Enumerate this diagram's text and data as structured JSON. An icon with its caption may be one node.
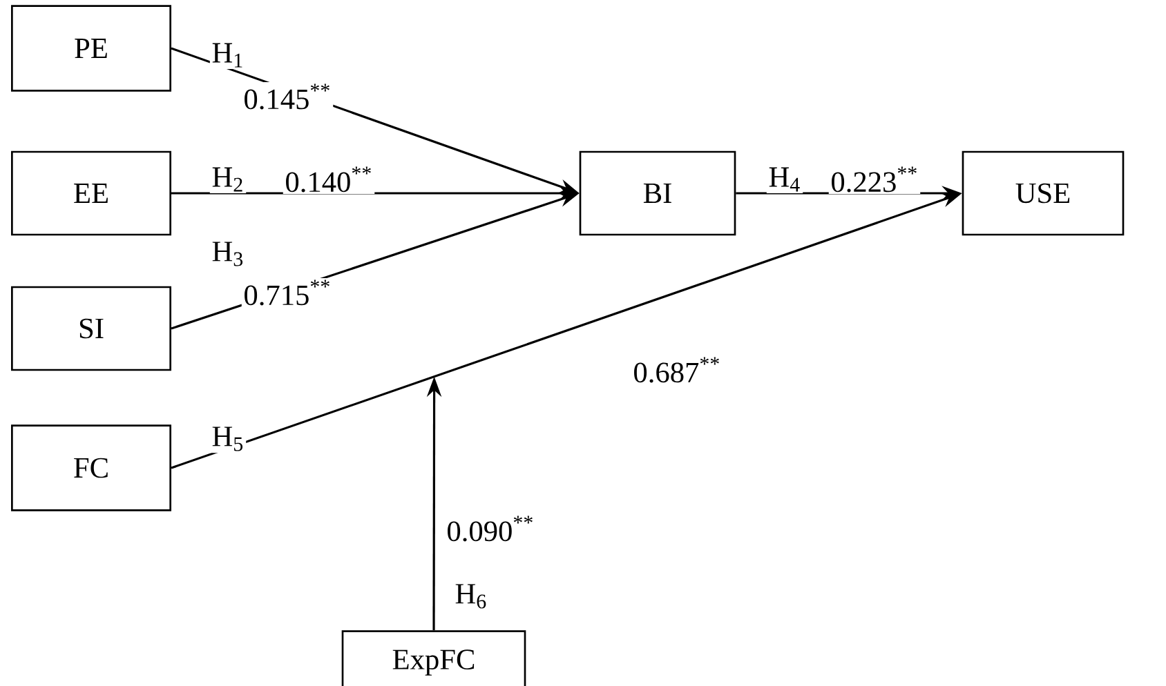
{
  "diagram": {
    "nodes": [
      {
        "text": [
          "PE"
        ]
      },
      {
        "text": [
          "EE"
        ]
      },
      {
        "text": [
          "SI"
        ]
      },
      {
        "text": [
          "FC"
        ]
      },
      {
        "text": [
          "BI"
        ]
      },
      {
        "text": [
          "USE"
        ]
      },
      {
        "text": [
          "ExpFC"
        ]
      }
    ],
    "edges": [
      {
        "from": 0,
        "to": 4,
        "arrow": "to",
        "label": "H$_{1}$"
      },
      {
        "from": 1,
        "to": 4,
        "arrow": "to",
        "label": "H$_{2}$"
      },
      {
        "from": 2,
        "to": 4,
        "arrow": "to",
        "label": "H$_{3}$"
      },
      {
        "from": 4,
        "to": 5,
        "arrow": "to",
        "label": "H$_{4}$"
      },
      {
        "from": 3,
        "to": 5,
        "arrow": "to",
        "label": "H$_{5}$"
      },
      {
        "from": 6,
        "to": null,
        "arrow": "to",
        "label": "H$_{6}$"
      }
    ],
    "labels": [
      "0.145$^{**}$",
      "0.140$^{**}$",
      "0.715$^{**}$",
      "0.223$^{**}$",
      "0.687$^{**}$",
      "0.090$^{**}$"
    ]
  }
}
